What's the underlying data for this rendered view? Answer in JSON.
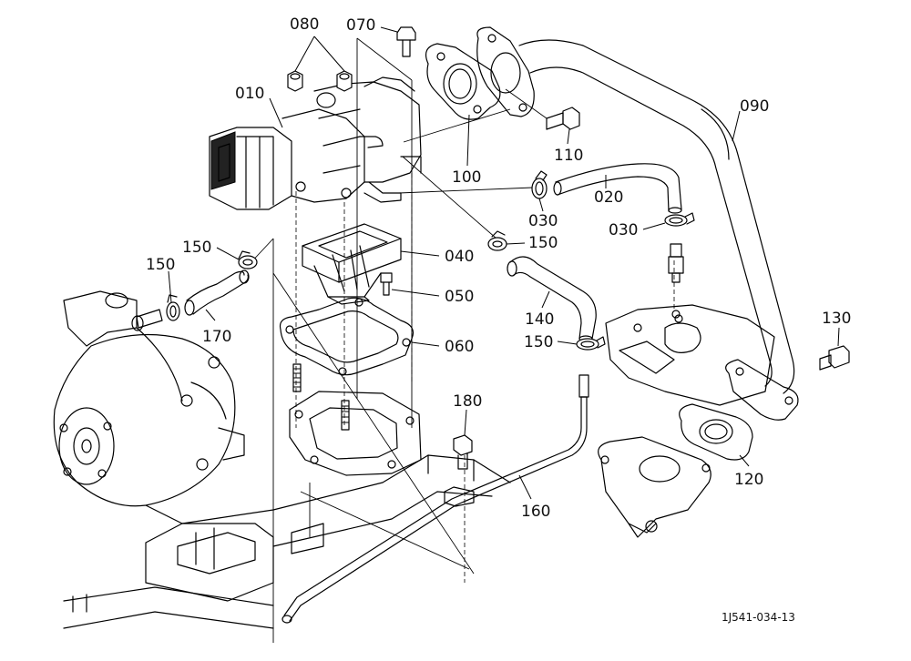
{
  "callouts": [
    {
      "id": "p080",
      "label": "080"
    },
    {
      "id": "p070",
      "label": "070"
    },
    {
      "id": "p010",
      "label": "010"
    },
    {
      "id": "p090",
      "label": "090"
    },
    {
      "id": "p100",
      "label": "100"
    },
    {
      "id": "p110",
      "label": "110"
    },
    {
      "id": "p030a",
      "label": "030"
    },
    {
      "id": "p020",
      "label": "020"
    },
    {
      "id": "p030b",
      "label": "030"
    },
    {
      "id": "p150a",
      "label": "150"
    },
    {
      "id": "p150b",
      "label": "150"
    },
    {
      "id": "p150c",
      "label": "150"
    },
    {
      "id": "p150d",
      "label": "150"
    },
    {
      "id": "p040",
      "label": "040"
    },
    {
      "id": "p050",
      "label": "050"
    },
    {
      "id": "p170",
      "label": "170"
    },
    {
      "id": "p140",
      "label": "140"
    },
    {
      "id": "p060",
      "label": "060"
    },
    {
      "id": "p130",
      "label": "130"
    },
    {
      "id": "p180",
      "label": "180"
    },
    {
      "id": "p120",
      "label": "120"
    },
    {
      "id": "p160",
      "label": "160"
    }
  ],
  "drawing_id": "1J541-034-13"
}
